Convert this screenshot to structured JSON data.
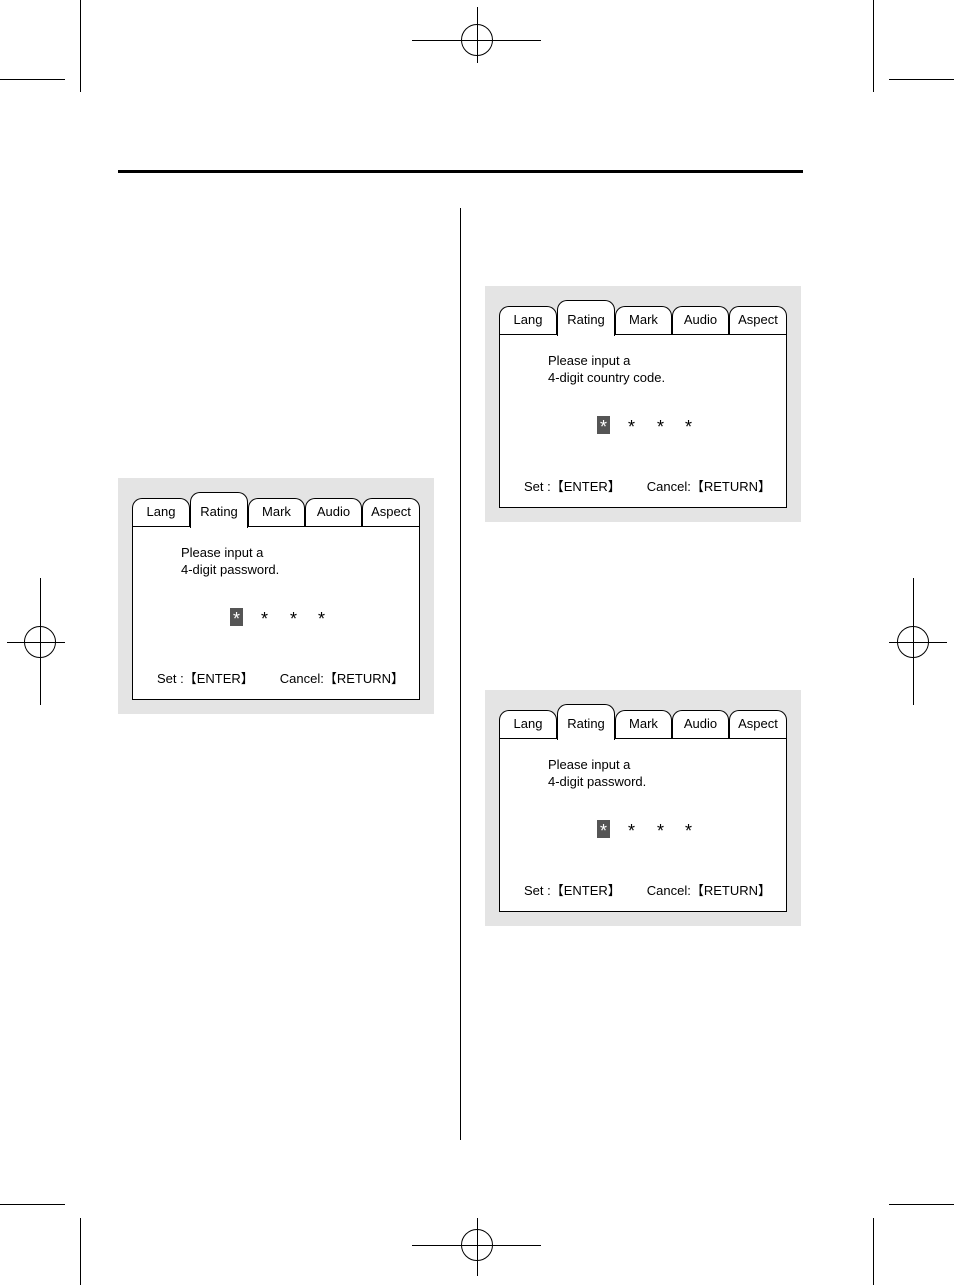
{
  "screens": [
    {
      "tabs": [
        "Lang",
        "Rating",
        "Mark",
        "Audio",
        "Aspect"
      ],
      "active_tab": "Rating",
      "prompt_line1": "Please input a",
      "prompt_line2": "4-digit password.",
      "stars": [
        "*",
        "*",
        "*",
        "*"
      ],
      "set_label": "Set :【ENTER】",
      "cancel_label": "Cancel:【RETURN】"
    },
    {
      "tabs": [
        "Lang",
        "Rating",
        "Mark",
        "Audio",
        "Aspect"
      ],
      "active_tab": "Rating",
      "prompt_line1": "Please input a",
      "prompt_line2": "4-digit country code.",
      "stars": [
        "*",
        "*",
        "*",
        "*"
      ],
      "set_label": "Set :【ENTER】",
      "cancel_label": "Cancel:【RETURN】"
    },
    {
      "tabs": [
        "Lang",
        "Rating",
        "Mark",
        "Audio",
        "Aspect"
      ],
      "active_tab": "Rating",
      "prompt_line1": "Please input a",
      "prompt_line2": "4-digit password.",
      "stars": [
        "*",
        "*",
        "*",
        "*"
      ],
      "set_label": "Set :【ENTER】",
      "cancel_label": "Cancel:【RETURN】"
    }
  ]
}
